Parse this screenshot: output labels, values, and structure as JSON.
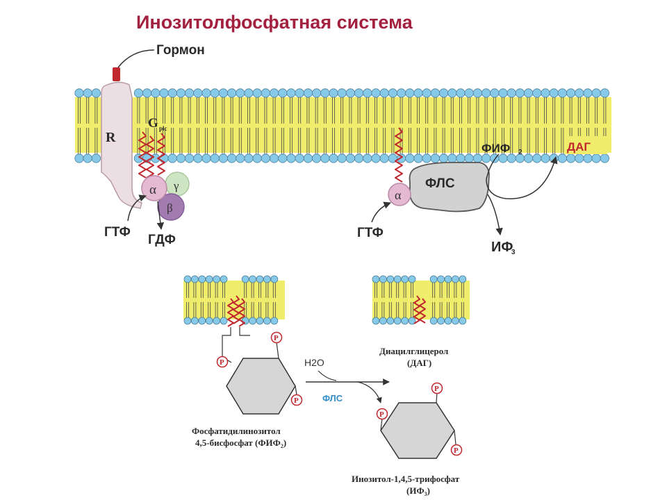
{
  "title": "Инозитолфосфатная система",
  "top": {
    "hormone": "Гормон",
    "receptor": "R",
    "gprotein_main": "G",
    "gprotein_sub": "plc",
    "alpha": "α",
    "beta": "β",
    "gamma": "γ",
    "gtp_left": "ГТФ",
    "gdp": "ГДФ",
    "alpha_right": "α",
    "gtp_right": "ГТФ",
    "fls": "ФЛС",
    "fif2": "ФИФ",
    "fif2_sub": "2",
    "dag": "ДАГ",
    "if3": "ИФ",
    "if3_sub": "3"
  },
  "bottom": {
    "p": "P",
    "h2o": "H2O",
    "fls": "ФЛС",
    "pip2_line1": "Фосфатидилинозитол",
    "pip2_line2": "4,5-бисфосфат (ФИФ",
    "pip2_sub": "2",
    "pip2_close": ")",
    "dag_line1": "Диацилглицерол",
    "dag_line2": "(ДАГ)",
    "ip3_line1": "Инозитол-1,4,5-трифосфат",
    "ip3_line2": "(ИФ",
    "ip3_sub": "3",
    "ip3_close": ")"
  },
  "colors": {
    "title": "#a3203f",
    "membrane_band": "#f0ec6c",
    "lipid_head": "#87c9e8",
    "zigzag": "#c0282e",
    "receptor": "#ecdfe4",
    "alpha": "#e6b9d3",
    "beta": "#a27bb0",
    "gamma": "#cfe4c3",
    "enzyme": "#d2d2d2",
    "ring": "#d6d6d6",
    "phosphate": "#c0282e",
    "fls_blue": "#2f8ec9"
  }
}
